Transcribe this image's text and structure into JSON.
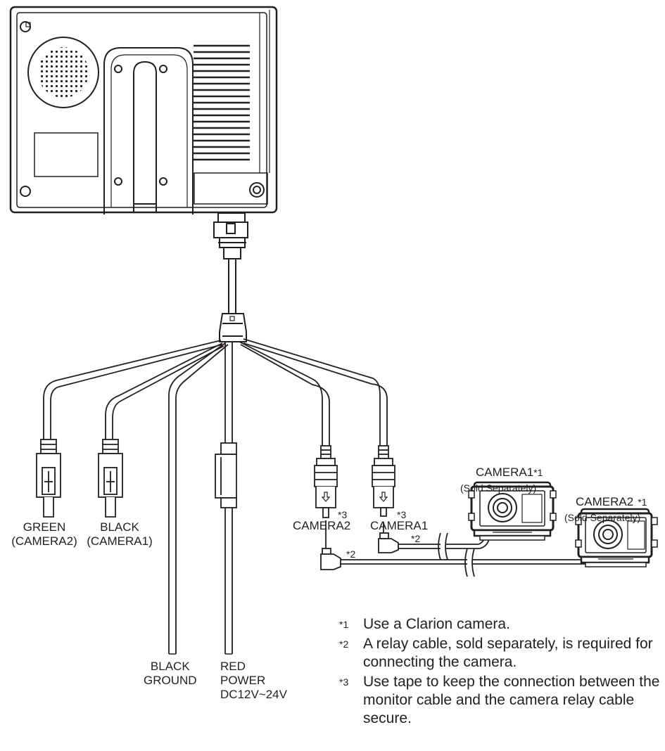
{
  "labels": {
    "green_wire": "GREEN",
    "green_camera": "(CAMERA2)",
    "black_wire": "BLACK",
    "black_camera": "(CAMERA1)",
    "ground_color": "BLACK",
    "ground_label": "GROUND",
    "power_color": "RED",
    "power_label": "POWER",
    "power_voltage": "DC12V~24V",
    "plug_camera2": "CAMERA2",
    "plug_camera1": "CAMERA1",
    "plug_mark": "*3",
    "relay_mark": "*2",
    "camera1_title": "CAMERA1",
    "camera1_mark": "*1",
    "camera1_note": "(Sold Separately)",
    "camera2_title": "CAMERA2",
    "camera2_mark": "*1",
    "camera2_note": "(Sold Separately)"
  },
  "notes": [
    {
      "mark": "*1",
      "text": "Use a Clarion camera."
    },
    {
      "mark": "*2",
      "text": "A relay cable, sold separately, is required for connecting the camera."
    },
    {
      "mark": "*3",
      "text": "Use tape to keep the connection between the monitor cable and the camera relay cable secure."
    }
  ]
}
